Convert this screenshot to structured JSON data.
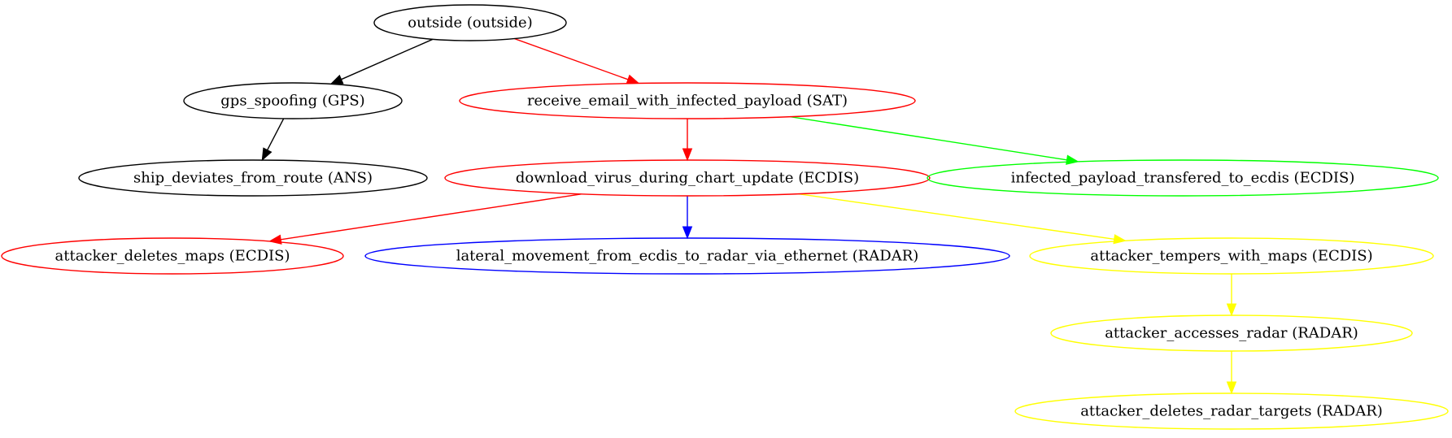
{
  "graph": {
    "nodes": [
      {
        "id": "outside",
        "label": "outside (outside)",
        "color": "#000000"
      },
      {
        "id": "gps_spoofing",
        "label": "gps_spoofing (GPS)",
        "color": "#000000"
      },
      {
        "id": "receive_email",
        "label": "receive_email_with_infected_payload (SAT)",
        "color": "#ff0000"
      },
      {
        "id": "ship_deviates",
        "label": "ship_deviates_from_route (ANS)",
        "color": "#000000"
      },
      {
        "id": "download_virus",
        "label": "download_virus_during_chart_update (ECDIS)",
        "color": "#ff0000"
      },
      {
        "id": "infected_payload",
        "label": "infected_payload_transfered_to_ecdis (ECDIS)",
        "color": "#00ff00"
      },
      {
        "id": "deletes_maps",
        "label": "attacker_deletes_maps (ECDIS)",
        "color": "#ff0000"
      },
      {
        "id": "lateral_movement",
        "label": "lateral_movement_from_ecdis_to_radar_via_ethernet (RADAR)",
        "color": "#0000ff"
      },
      {
        "id": "tempers_maps",
        "label": "attacker_tempers_with_maps (ECDIS)",
        "color": "#ffff00"
      },
      {
        "id": "accesses_radar",
        "label": "attacker_accesses_radar (RADAR)",
        "color": "#ffff00"
      },
      {
        "id": "deletes_targets",
        "label": "attacker_deletes_radar_targets (RADAR)",
        "color": "#ffff00"
      }
    ],
    "edges": [
      {
        "from": "outside",
        "to": "gps_spoofing",
        "color": "#000000"
      },
      {
        "from": "outside",
        "to": "receive_email",
        "color": "#ff0000"
      },
      {
        "from": "gps_spoofing",
        "to": "ship_deviates",
        "color": "#000000"
      },
      {
        "from": "receive_email",
        "to": "download_virus",
        "color": "#ff0000"
      },
      {
        "from": "receive_email",
        "to": "infected_payload",
        "color": "#00ff00"
      },
      {
        "from": "download_virus",
        "to": "deletes_maps",
        "color": "#ff0000"
      },
      {
        "from": "download_virus",
        "to": "lateral_movement",
        "color": "#0000ff"
      },
      {
        "from": "download_virus",
        "to": "tempers_maps",
        "color": "#ffff00"
      },
      {
        "from": "tempers_maps",
        "to": "accesses_radar",
        "color": "#ffff00"
      },
      {
        "from": "accesses_radar",
        "to": "deletes_targets",
        "color": "#ffff00"
      }
    ]
  }
}
